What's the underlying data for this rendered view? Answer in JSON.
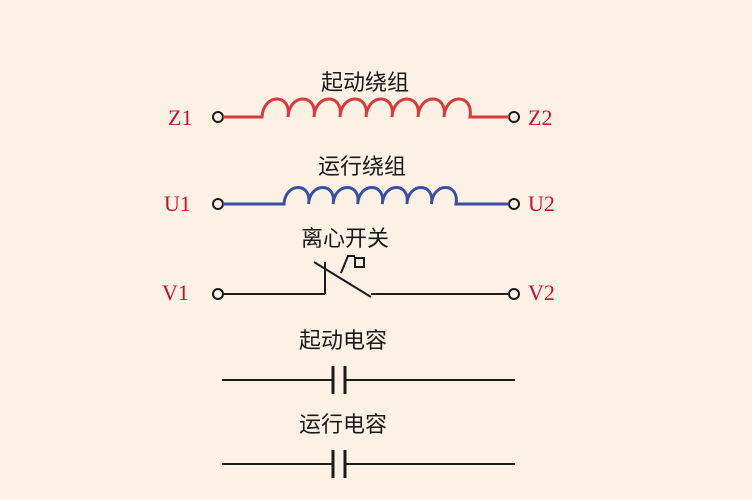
{
  "start_winding": {
    "label": "起动绕组",
    "left_terminal": "Z1",
    "right_terminal": "Z2",
    "color": "#d63a3a"
  },
  "run_winding": {
    "label": "运行绕组",
    "left_terminal": "U1",
    "right_terminal": "U2",
    "color": "#3a4fa3"
  },
  "centrifugal_switch": {
    "label": "离心开关",
    "left_terminal": "V1",
    "right_terminal": "V2"
  },
  "start_capacitor": {
    "label": "起动电容"
  },
  "run_capacitor": {
    "label": "运行电容"
  },
  "terminal_label_color": "#c8102e"
}
